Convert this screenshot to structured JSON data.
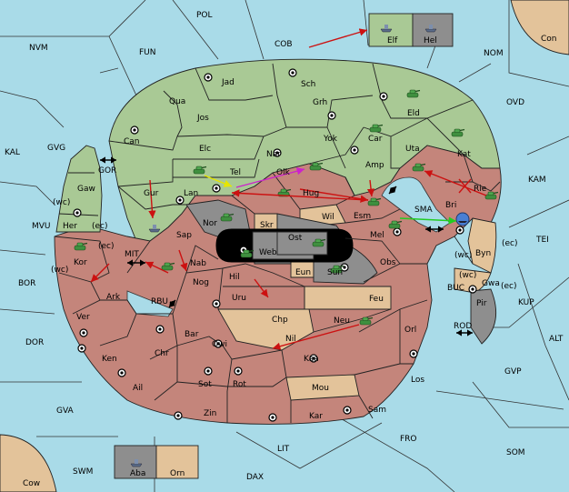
{
  "sea_regions": {
    "pol": "POL",
    "cob": "COB",
    "nvm": "NVM",
    "fun": "FUN",
    "nom": "NOM",
    "ovd": "OVD",
    "kal": "KAL",
    "gvg": "GVG",
    "kam": "KAM",
    "mvu": "MVU",
    "tei": "TEI",
    "bor": "BOR",
    "kup": "KUP",
    "dor": "DOR",
    "alt": "ALT",
    "gvp": "GVP",
    "gva": "GVA",
    "fro": "FRO",
    "som": "SOM",
    "lit": "LIT",
    "swm": "SWM",
    "dax": "DAX",
    "sma": "SMA",
    "buc": "BUC",
    "gor": "GOR",
    "mit": "MIT",
    "rbu": "RBU",
    "rod": "ROD"
  },
  "corner_lands": {
    "con": "Con",
    "cow": "Cow"
  },
  "boxes": {
    "elf": "Elf",
    "hel": "Hel",
    "aba": "Aba",
    "orn": "Orn"
  },
  "green_lands": {
    "jad": "Jad",
    "sch": "Sch",
    "qua": "Qua",
    "jos": "Jos",
    "grh": "Grh",
    "eld": "Eld",
    "can": "Can",
    "elc": "Elc",
    "yok": "Yok",
    "car": "Car",
    "uta": "Uta",
    "kat": "Kat",
    "nar": "Nar",
    "tel": "Tel",
    "amp": "Amp",
    "lan": "Lan",
    "gaw": "Gaw",
    "gur": "Gur",
    "esm": "Esm",
    "her": "Her",
    "sap": "Sap"
  },
  "red_lands": {
    "olk": "Olk",
    "hug": "Hug",
    "rie": "Rie",
    "bri": "Bri",
    "mel": "Mel",
    "obs": "Obs",
    "kor": "Kor",
    "ark": "Ark",
    "nab": "Nab",
    "nog": "Nog",
    "hil": "Hil",
    "uru": "Uru",
    "ver": "Ver",
    "ken": "Ken",
    "chr": "Chr",
    "bar": "Bar",
    "qwi": "Qwi",
    "nil": "Nil",
    "neu": "Neu",
    "orl": "Orl",
    "kaa": "Kaa",
    "ail": "Ail",
    "sot": "Sot",
    "rot": "Rot",
    "los": "Los",
    "zin": "Zin",
    "kar": "Kar",
    "sam": "Sam"
  },
  "tan_lands": {
    "wil": "Wil",
    "byn": "Byn",
    "gwa": "Gwa",
    "skr": "Skr",
    "eun": "Eun",
    "feu": "Feu",
    "chp": "Chp",
    "mou": "Mou"
  },
  "gray_lands": {
    "nor": "Nor",
    "ost": "Ost",
    "web": "Web",
    "sun": "Sun",
    "pir": "Pir"
  },
  "coast_tags": {
    "wc1": "(wc)",
    "ec1": "(ec)",
    "ec2": "(ec)",
    "wc2": "(wc)",
    "ec3": "(ec)",
    "ec4": "(ec)",
    "wc3": "(wc)",
    "wc4": "(wc)"
  },
  "colors": {
    "sea": "#a9dbe8",
    "green": "#a9c995",
    "red": "#c4857b",
    "tan": "#e3c39a",
    "gray": "#8e8e8e",
    "arrow_red": "#cc1111",
    "arrow_magenta": "#cc22cc",
    "arrow_yellow": "#e6e600",
    "arrow_green": "#22cc22"
  },
  "icons": [
    "tank-icon",
    "fleet-icon",
    "supply-center-icon",
    "swap-arrow-icon"
  ]
}
